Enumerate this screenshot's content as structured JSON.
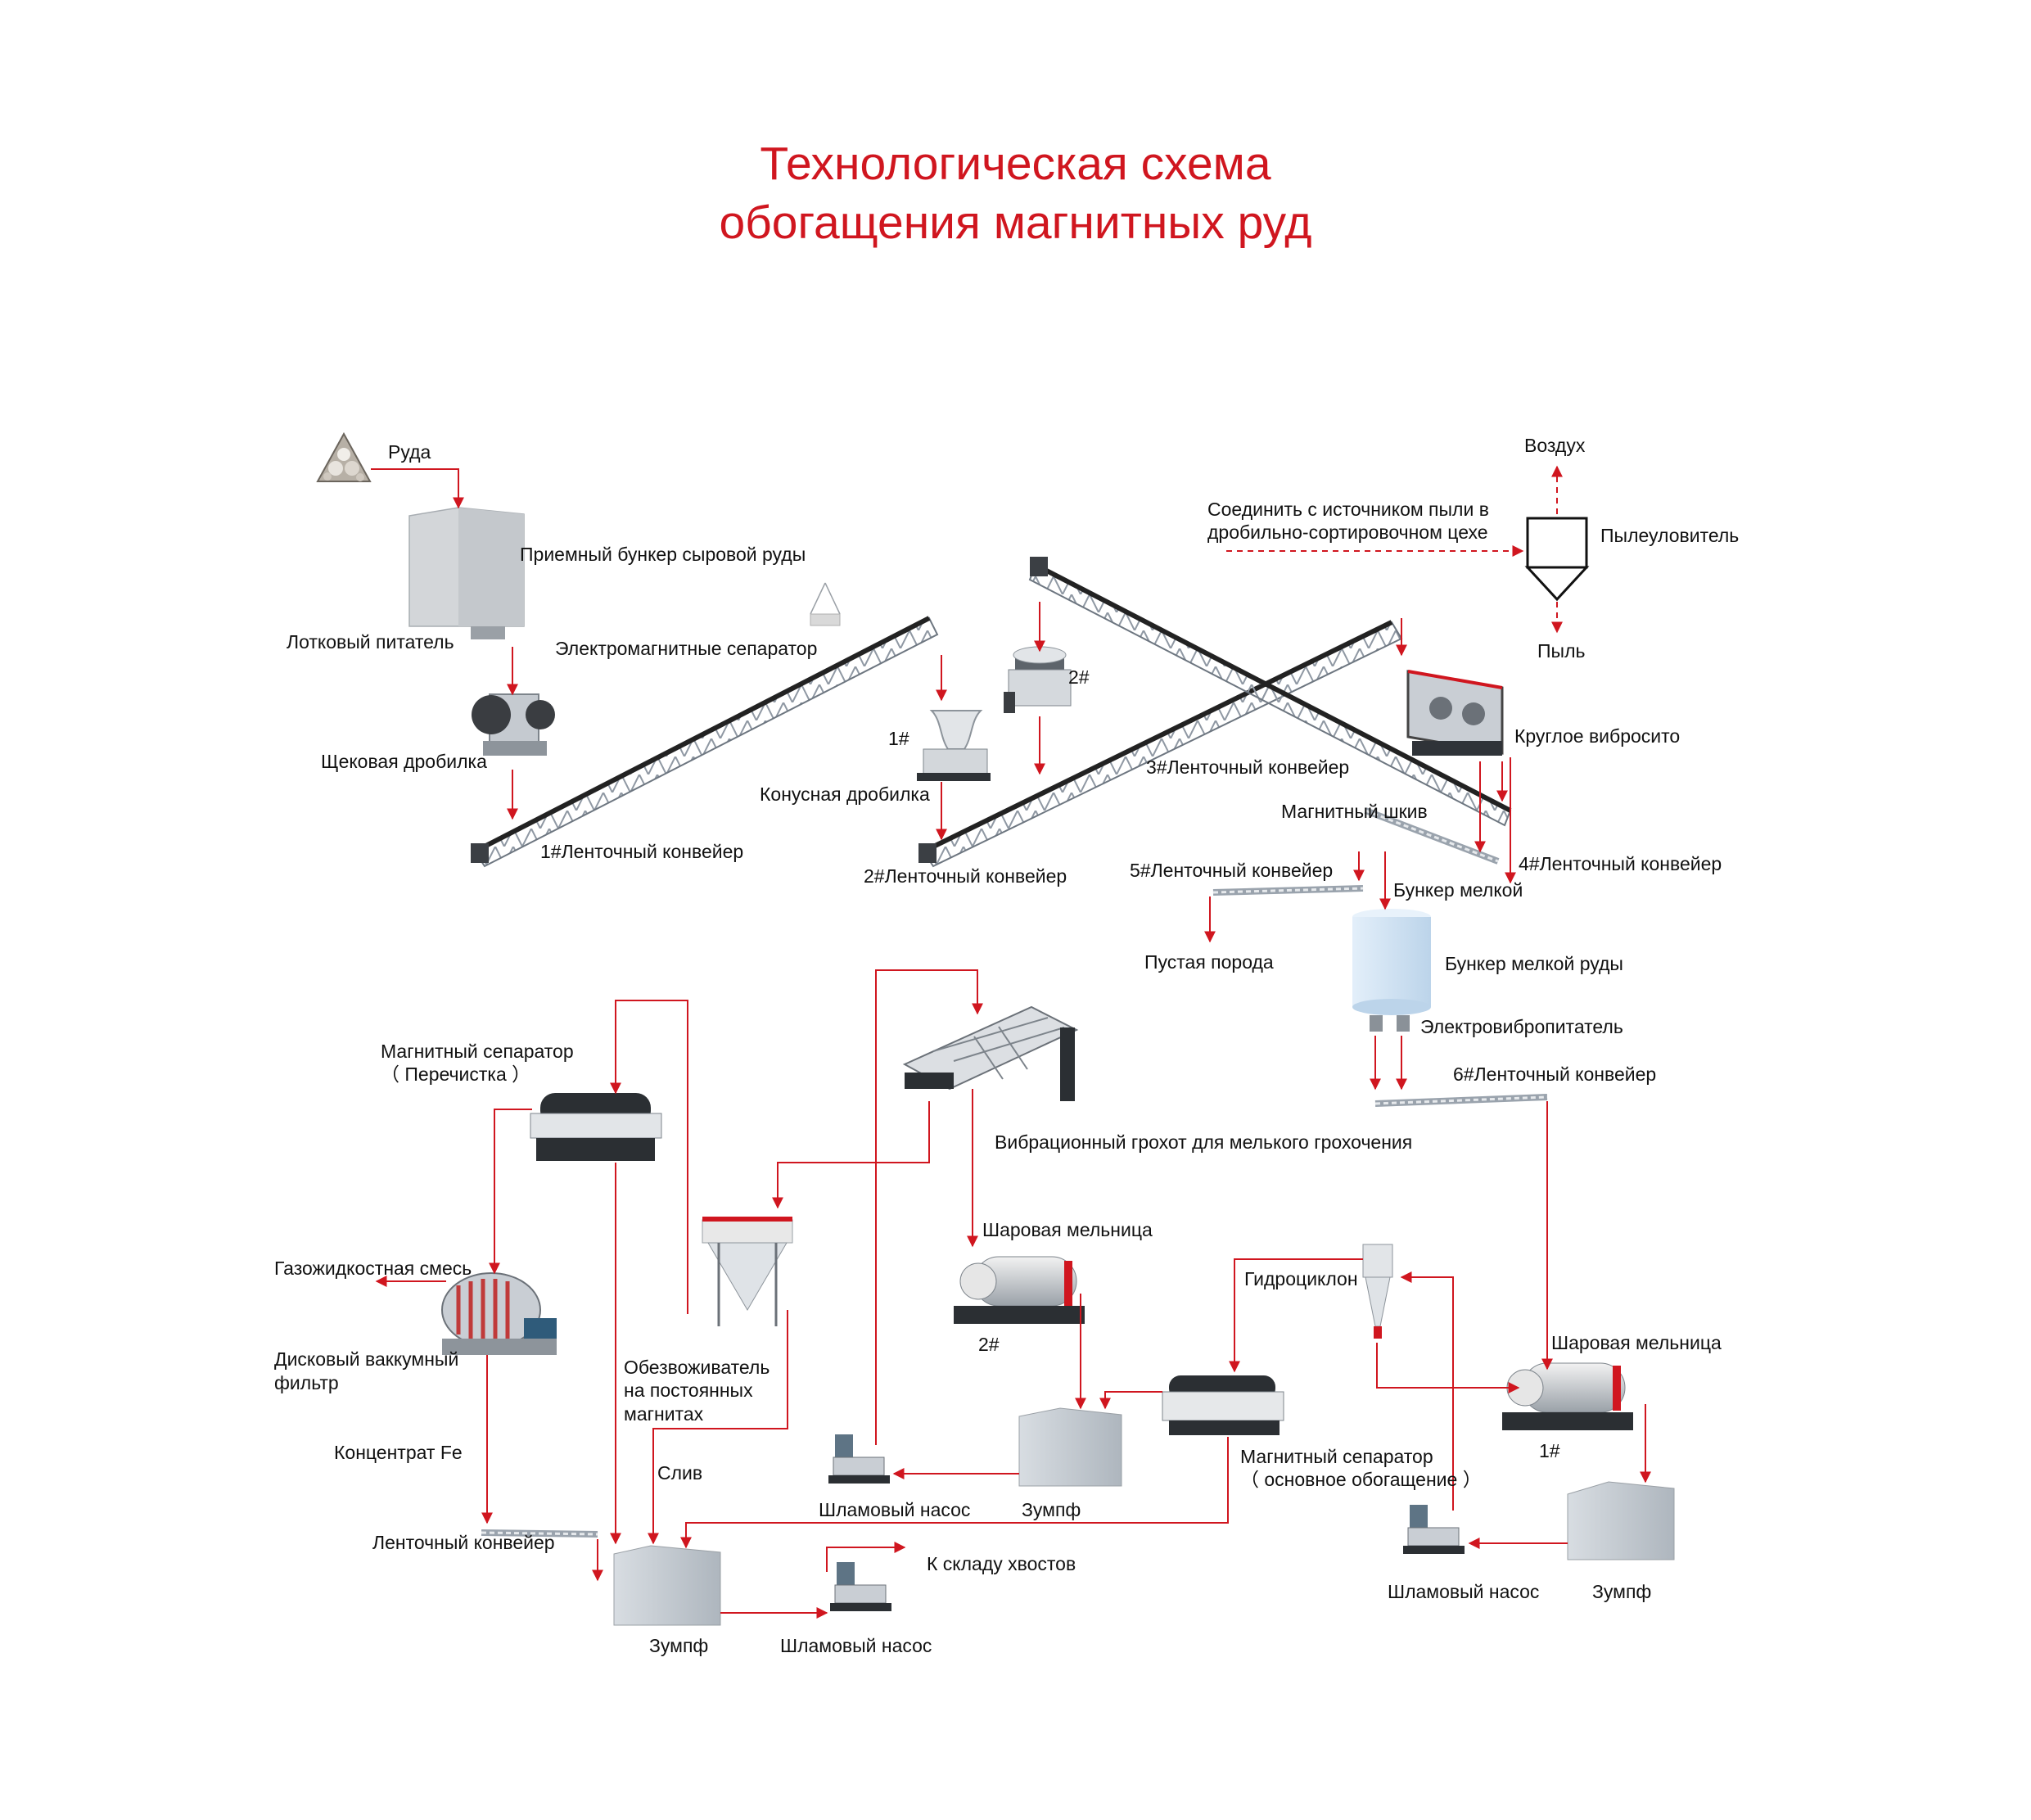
{
  "title": {
    "line1": "Технологическая схема",
    "line2": "обогащения магнитных руд"
  },
  "colors": {
    "flow_arrow": "#d0161f",
    "title": "#d0161f",
    "label": "#111111",
    "equipment_gray": "#c9ced4",
    "fine_ore_bin": "#cfe2f3",
    "conveyor_truss": "#9aa3ad"
  },
  "labels": {
    "ore": "Руда",
    "raw_ore_bin": "Приемный бункер сыровой руды",
    "trough_feeder": "Лотковый питатель",
    "electromagnetic_separator": "Электромагнитные сепаратор",
    "jaw_crusher": "Щековая дробилка",
    "belt_conveyor_1": "1#Ленточный конвейер",
    "cone_crusher_1_num": "1#",
    "cone_crusher": "Конусная дробилка",
    "cone_crusher_2_num": "2#",
    "belt_conveyor_2": "2#Ленточный конвейер",
    "belt_conveyor_3": "3#Ленточный конвейер",
    "air": "Воздух",
    "dust_source_line1": "Соединить с источником пыли в",
    "dust_source_line2": "дробильно-сортировочном цехе",
    "dust_collector": "Пылеуловитель",
    "dust": "Пыль",
    "circular_screen": "Круглое вибросито",
    "magnetic_pulley": "Магнитный шкив",
    "belt_conveyor_4": "4#Ленточный конвейер",
    "belt_conveyor_5": "5#Ленточный конвейер",
    "fine_bin_short": "Бункер мелкой",
    "waste_rock": "Пустая порода",
    "fine_ore_bin": "Бункер мелкой руды",
    "vibro_feeder": "Электровибропитатель",
    "belt_conveyor_6": "6#Ленточный конвейер",
    "magnetic_sep_cleaning_line1": "Магнитный сепаратор",
    "magnetic_sep_cleaning_line2": "（ Перечистка ）",
    "fine_screen": "Вибрационный грохот для мелького грохочения",
    "ball_mill_2": "Шаровая мельница",
    "ball_mill_2_num": "2#",
    "gas_liquid": "Газожидкостная смесь",
    "disc_filter_line1": "Дисковый ваккумный",
    "disc_filter_line2": "фильтр",
    "dewaterer_line1": "Обезвоживатель",
    "dewaterer_line2": "на постоянных",
    "dewaterer_line3": "магнитах",
    "hydrocyclone": "Гидроциклон",
    "ball_mill_1": "Шаровая мельница",
    "ball_mill_1_num": "1#",
    "concentrate_fe": "Концентрат Fe",
    "overflow": "Слив",
    "slurry_pump_mid": "Шламовый насос",
    "sump_mid": "Зумпф",
    "magnetic_sep_main_line1": "Магнитный сепаратор",
    "magnetic_sep_main_line2": "（ основное обогащение ）",
    "belt_conveyor": "Ленточный конвейер",
    "to_tailings": "К складу хвостов",
    "slurry_pump_right": "Шламовый насос",
    "sump_right": "Зумпф",
    "sump_bottom": "Зумпф",
    "slurry_pump_bottom": "Шламовый насос"
  }
}
